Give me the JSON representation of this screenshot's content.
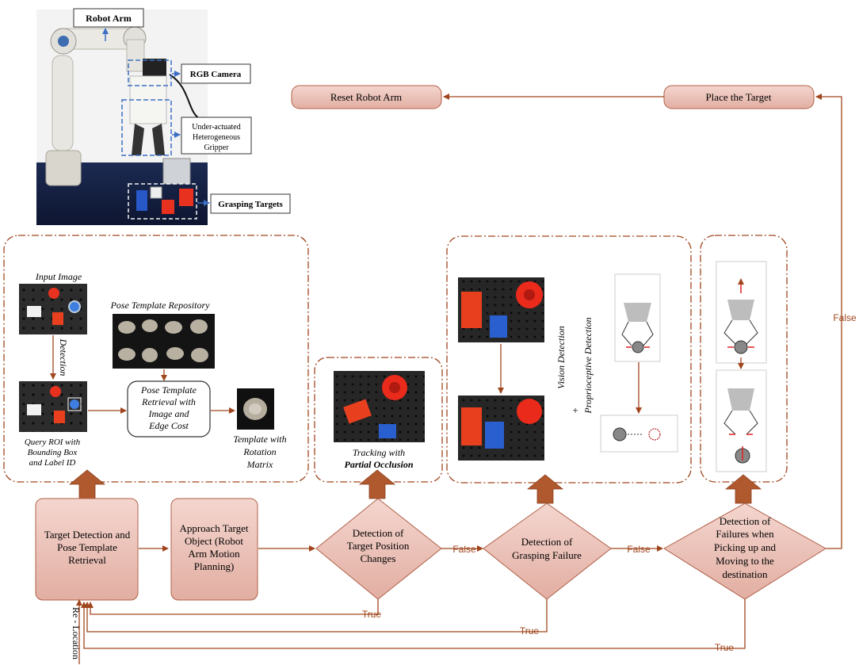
{
  "photo": {
    "robot_arm": "Robot Arm",
    "rgb_camera": "RGB Camera",
    "gripper": [
      "Under-actuated",
      "Heterogeneous",
      "Gripper"
    ],
    "grasping_targets": "Grasping Targets"
  },
  "top_flow": {
    "reset": "Reset Robot Arm",
    "place": "Place the Target"
  },
  "panel1": {
    "input_image": "Input Image",
    "detection": "Detection",
    "repository": "Pose Template Repository",
    "retrieval": [
      "Pose Template",
      "Retrieval with",
      "Image and",
      "Edge Cost"
    ],
    "query": [
      "Query ROI with",
      "Bounding Box",
      "and Label ID"
    ],
    "template": [
      "Template with",
      "Rotation",
      "Matrix"
    ]
  },
  "panel2": {
    "caption1": "Tracking with",
    "caption2": "Partial Occlusion"
  },
  "panel3": {
    "vision": "Vision Detection",
    "plus": "+",
    "proprio": "Proprioceptive Detection"
  },
  "steps": {
    "target_detection": [
      "Target Detection and",
      "Pose Template",
      "Retrieval"
    ],
    "approach": [
      "Approach Target",
      "Object (Robot",
      "Arm Motion",
      "Planning)"
    ],
    "position_changes": [
      "Detection of",
      "Target Position",
      "Changes"
    ],
    "grasp_failure": [
      "Detection of",
      "Grasping Failure"
    ],
    "moving_failure": [
      "Detection of",
      "Failures when",
      "Picking up and",
      "Moving to the",
      "destination"
    ]
  },
  "edges": {
    "false1": "False",
    "false2": "False",
    "false3": "False",
    "true1": "True",
    "true2": "True",
    "true3": "True",
    "relocation": "Re - Location"
  },
  "colors": {
    "arrow": "#a0461e",
    "box_fill": "#ecc6bd",
    "box_stroke": "#b06048",
    "cone": "#b0582e",
    "dash": "#a0461e"
  }
}
